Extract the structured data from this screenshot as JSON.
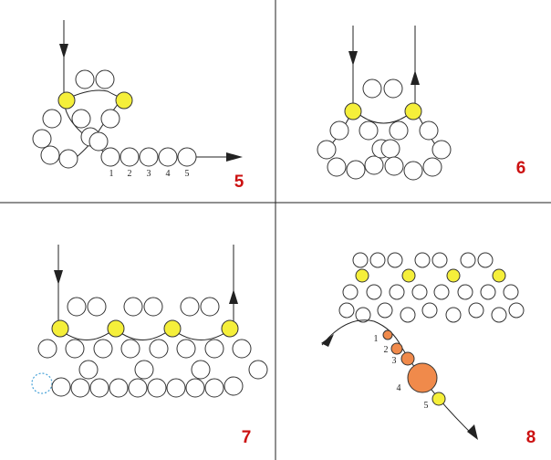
{
  "panels": [
    {
      "id": "p5",
      "step": "5",
      "sequence": [
        "1",
        "2",
        "3",
        "4",
        "5"
      ]
    },
    {
      "id": "p6",
      "step": "6"
    },
    {
      "id": "p7",
      "step": "7"
    },
    {
      "id": "p8",
      "step": "8",
      "sequence": [
        "1",
        "2",
        "3",
        "4",
        "5"
      ]
    }
  ],
  "colors": {
    "step_number": "#cc1111",
    "yellow_bead": "#f5ef3a",
    "orange_bead": "#f08a4b",
    "outline": "#333333",
    "marker": "#4aa3d8"
  },
  "icons": [
    "arrow-down-icon",
    "arrow-up-icon",
    "arrow-right-icon"
  ]
}
